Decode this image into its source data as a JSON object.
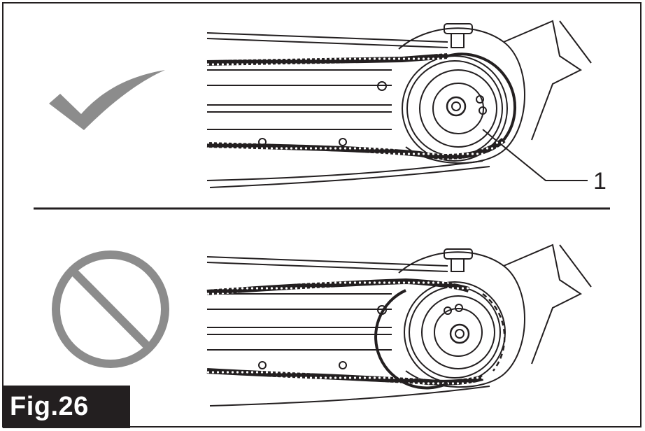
{
  "figure": {
    "label": "Fig.26",
    "callout_number": "1"
  },
  "panels": [
    {
      "state": "correct",
      "icon": "checkmark-icon"
    },
    {
      "state": "incorrect",
      "icon": "prohibited-icon"
    }
  ],
  "colors": {
    "line": "#231f20",
    "icon_gray": "#8c8c8c",
    "label_bg": "#231f20"
  }
}
